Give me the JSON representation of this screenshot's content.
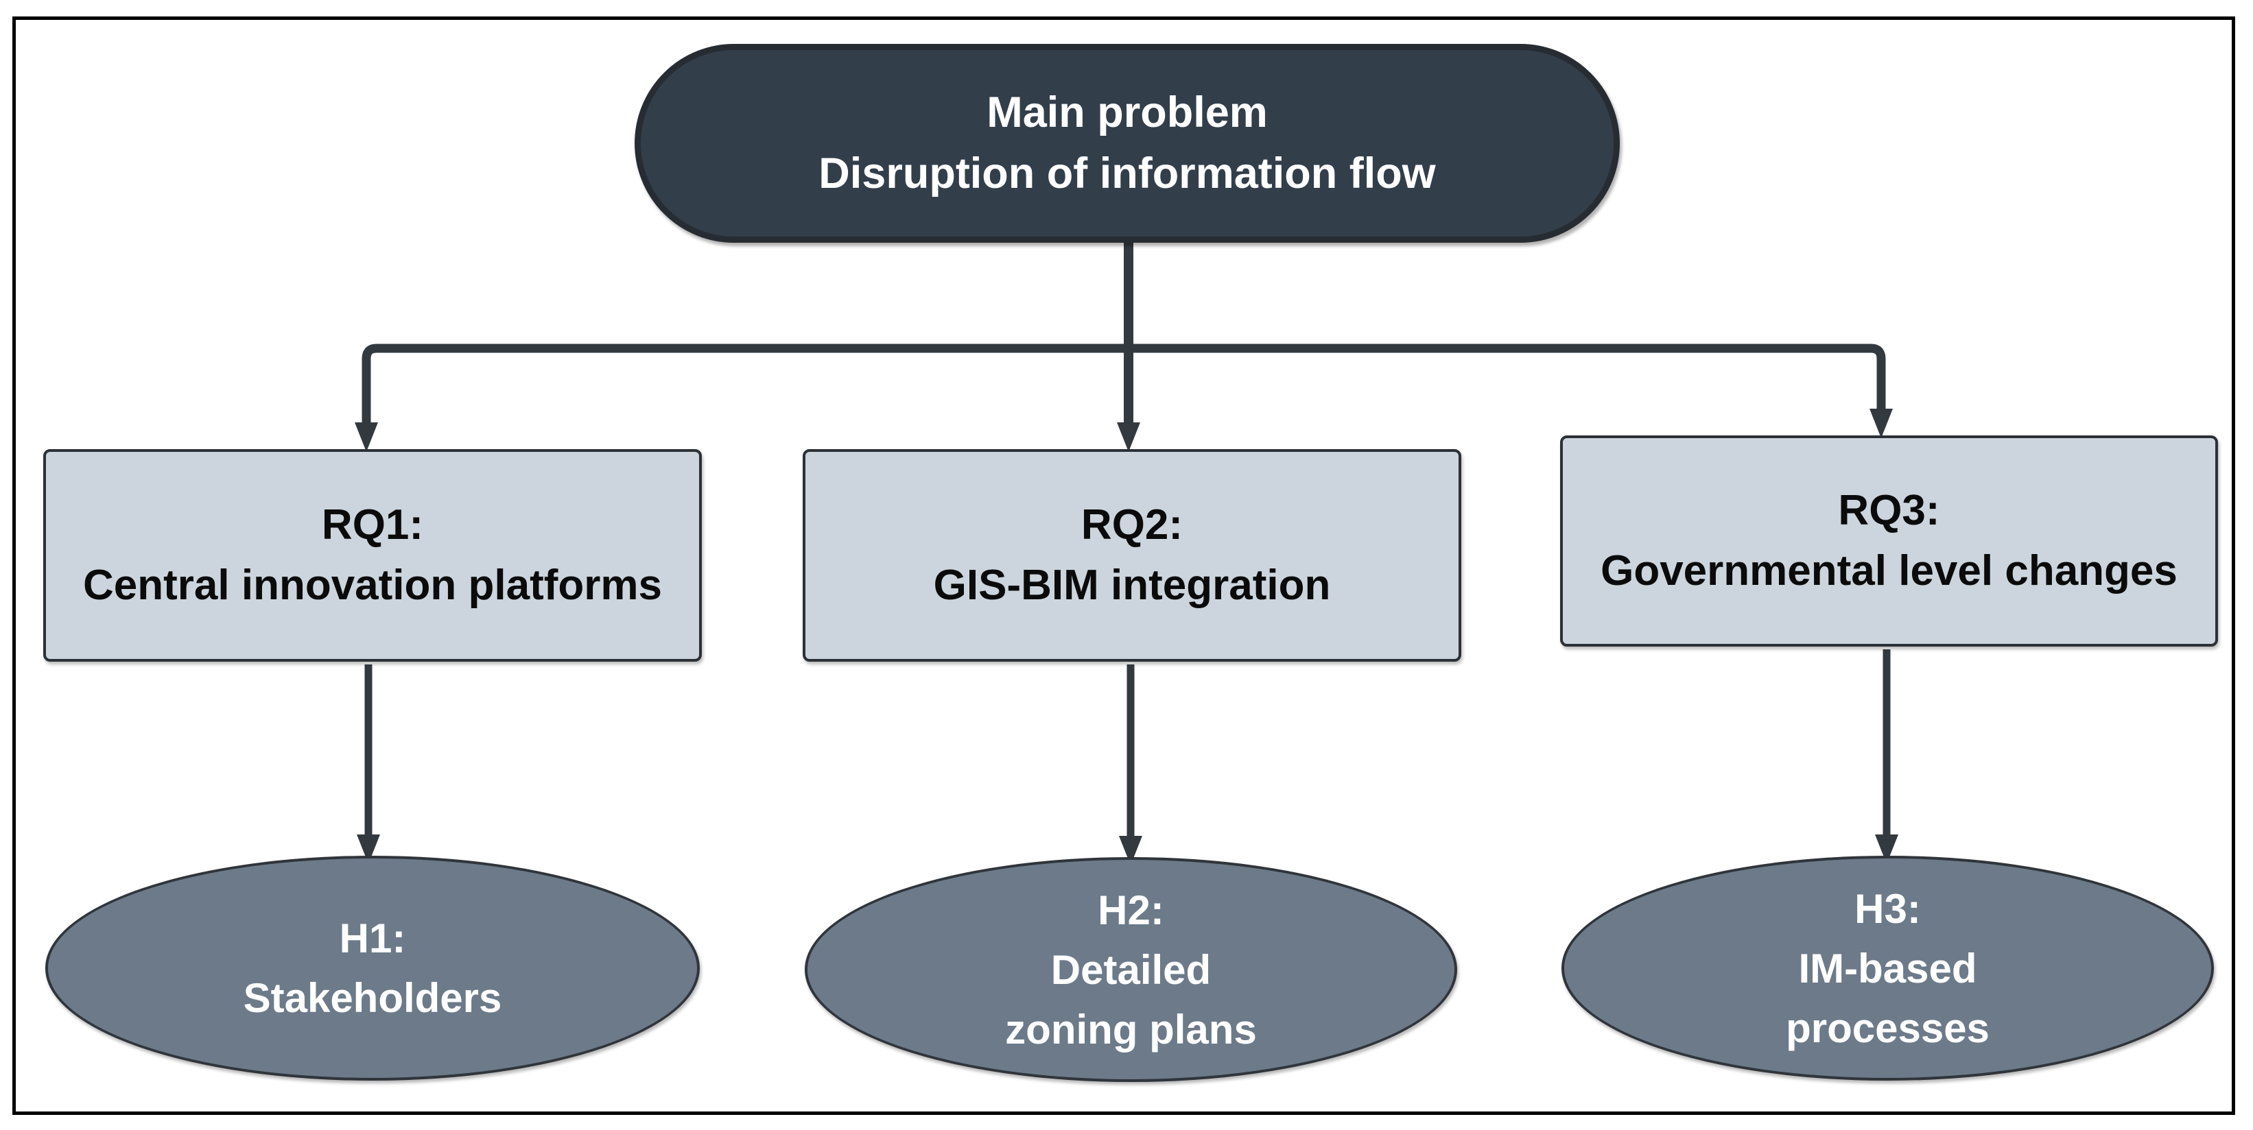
{
  "colors": {
    "background": "#ffffff",
    "frame_border": "#000000",
    "root_fill": "#333e4b",
    "root_border": "#272c33",
    "root_text": "#ffffff",
    "question_fill": "#ccd5dd",
    "question_border": "#2c3137",
    "question_text": "#0b0b0b",
    "hypothesis_fill": "#6c7a89",
    "hypothesis_border": "#30353b",
    "hypothesis_text": "#ffffff",
    "connector": "#333a3f"
  },
  "root": {
    "lines": [
      "Main problem",
      "Disruption of information flow"
    ]
  },
  "questions": [
    {
      "lines": [
        "RQ1:",
        "Central innovation platforms"
      ]
    },
    {
      "lines": [
        "RQ2:",
        "GIS-BIM integration"
      ]
    },
    {
      "lines": [
        "RQ3:",
        "Governmental level changes"
      ]
    }
  ],
  "hypotheses": [
    {
      "lines": [
        "H1:",
        "Stakeholders"
      ]
    },
    {
      "lines": [
        "H2:",
        "Detailed",
        "zoning plans"
      ]
    },
    {
      "lines": [
        "H3:",
        "IM-based",
        "processes"
      ]
    }
  ]
}
